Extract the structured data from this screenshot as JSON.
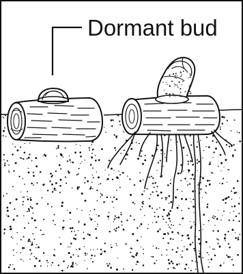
{
  "diagram": {
    "labels": {
      "dormant_bud": "Dormant bud"
    },
    "parts": [
      "dormant-bud",
      "left-rhizome-segment",
      "right-rhizome-segment",
      "sprouting-shoot",
      "roots",
      "soil",
      "ground-line"
    ],
    "colors": {
      "ink": "#111111",
      "background": "#ffffff"
    }
  }
}
